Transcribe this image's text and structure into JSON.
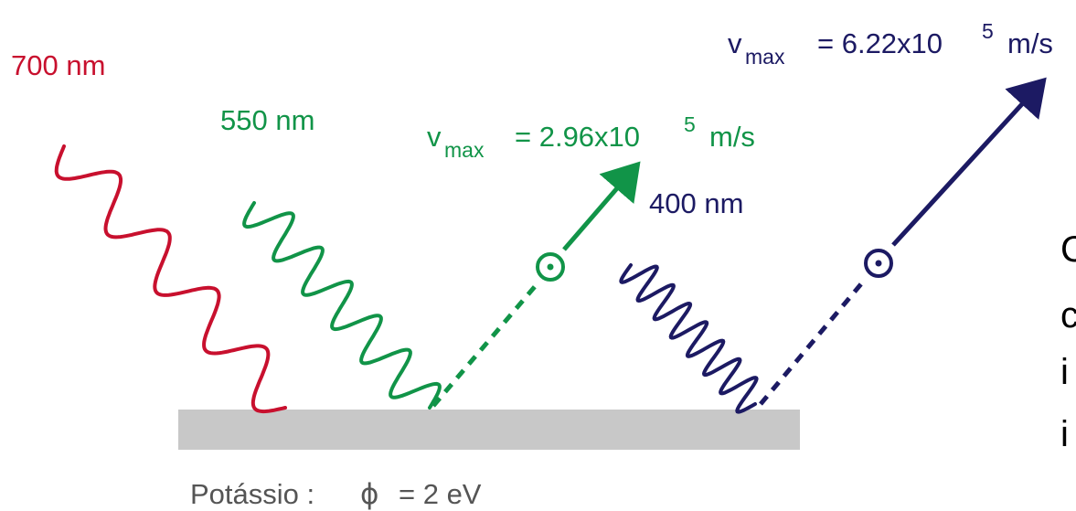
{
  "colors": {
    "red": "#c8102e",
    "green": "#119448",
    "navy": "#1c1a63",
    "plate": "#c8c8c8",
    "text_gray": "#555555",
    "side_text": "#000000"
  },
  "waves": {
    "red": {
      "wavelength": "700 nm"
    },
    "green": {
      "wavelength": "550 nm"
    },
    "navy": {
      "wavelength": "400 nm"
    }
  },
  "electrons": {
    "green": {
      "v_symbol": "v",
      "v_sub": "max",
      "v_eq": "= 2.96x10",
      "v_exp": "5",
      "v_unit": "m/s"
    },
    "navy": {
      "v_symbol": "v",
      "v_sub": "max",
      "v_eq": "= 6.22x10",
      "v_exp": "5",
      "v_unit": "m/s"
    }
  },
  "plate": {
    "label_material": "Potássio :",
    "label_phi": "ϕ",
    "label_value": "= 2 eV"
  },
  "side_text_lines": [
    "C",
    "c",
    "i",
    "i"
  ]
}
